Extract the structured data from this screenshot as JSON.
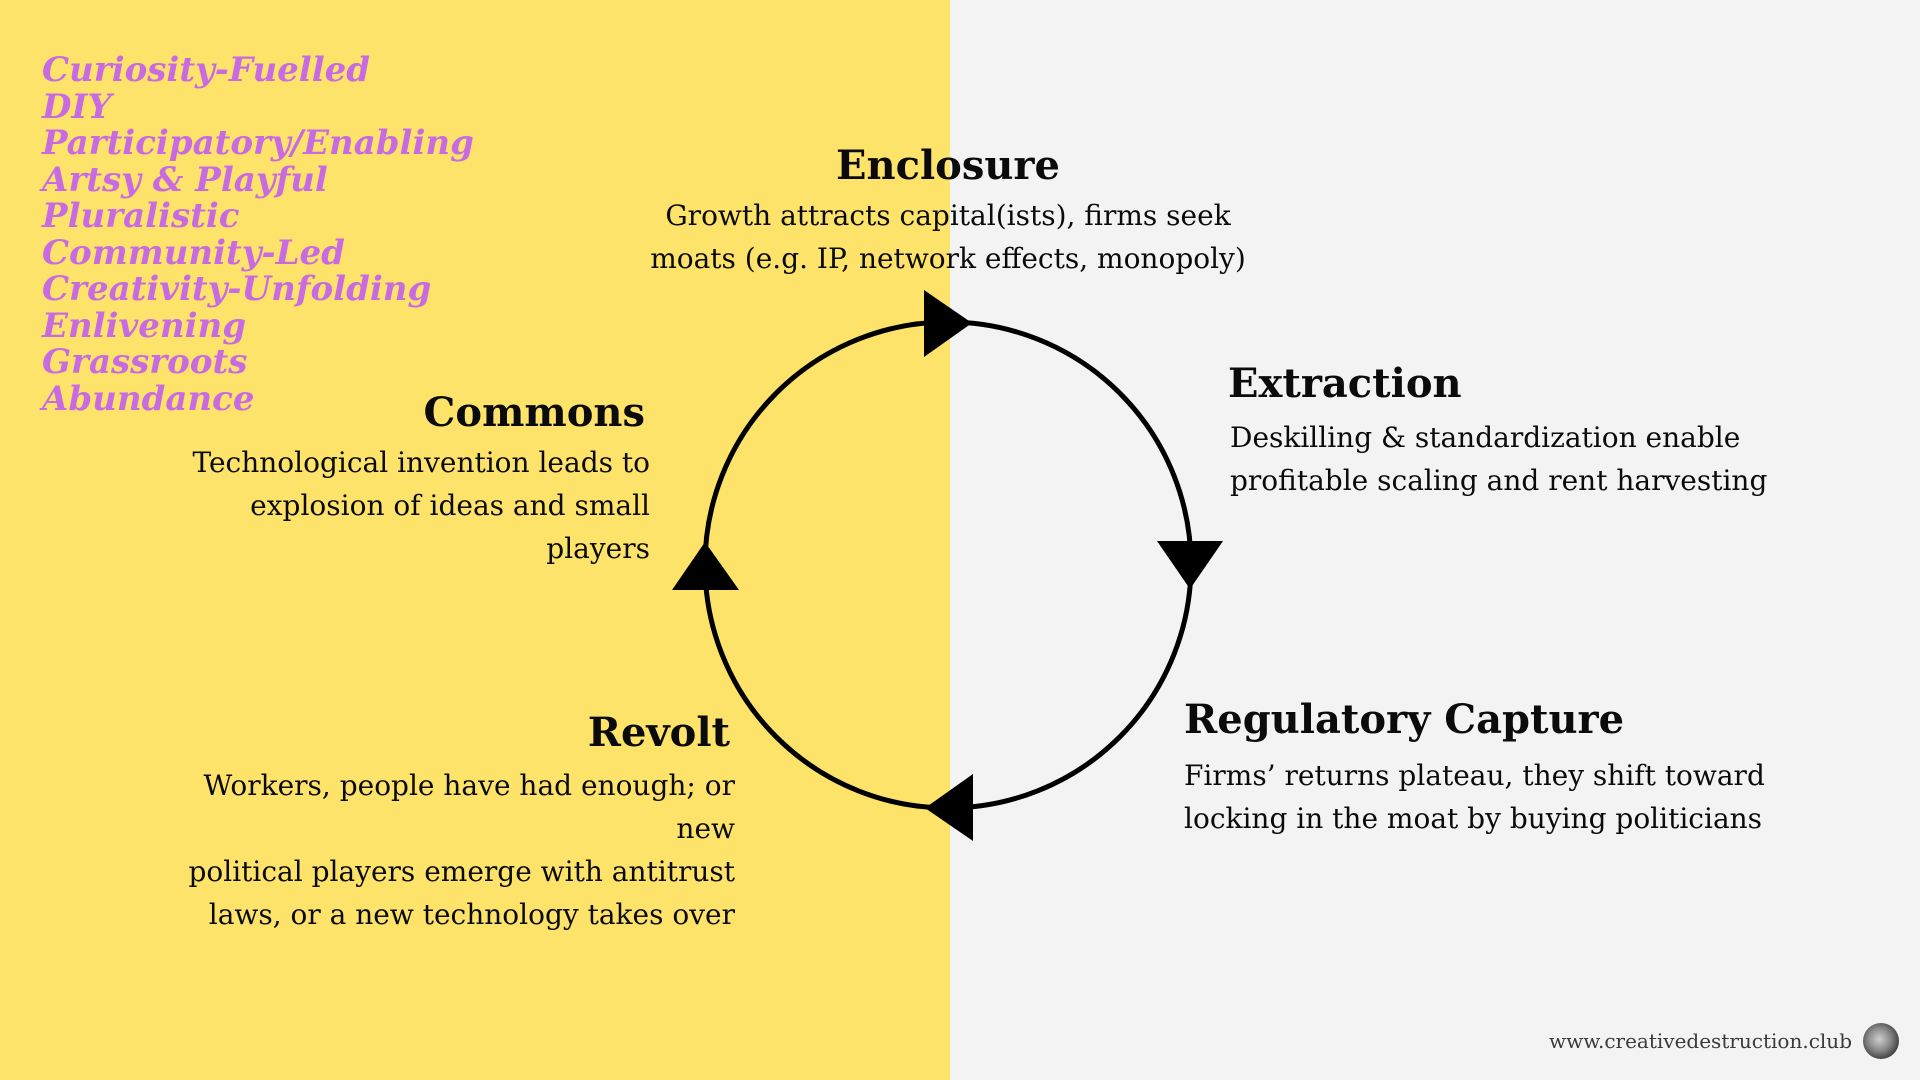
{
  "values": [
    "Curiosity-Fuelled",
    "DIY",
    "Participatory/Enabling",
    "Artsy & Playful",
    "Pluralistic",
    "Community-Led",
    "Creativity-Unfolding",
    "Enlivening",
    "Grassroots",
    "Abundance"
  ],
  "stages": {
    "enclosure": {
      "title": "Enclosure",
      "description": "Growth attracts capital(ists), firms seek\nmoats (e.g. IP, network effects, monopoly)"
    },
    "extraction": {
      "title": "Extraction",
      "description": "Deskilling & standardization enable\nprofitable scaling and rent harvesting"
    },
    "regulatory_capture": {
      "title": "Regulatory Capture",
      "description": "Firms’ returns plateau, they shift toward\nlocking in the moat by buying politicians"
    },
    "revolt": {
      "title": "Revolt",
      "description": "Workers, people have had enough; or new\npolitical players emerge with antitrust\nlaws, or a new technology takes over"
    },
    "commons": {
      "title": "Commons",
      "description": "Technological invention leads to\nexplosion of ideas and small players"
    }
  },
  "footer": {
    "url": "www.creativedestruction.club",
    "logo_icon": "eye-engraving-icon"
  },
  "colors": {
    "left_panel": "#fde36a",
    "right_panel": "#f3f3f3",
    "values_text": "#c86be3",
    "cycle_stroke": "#000000"
  }
}
